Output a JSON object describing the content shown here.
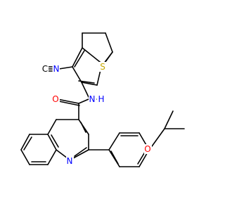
{
  "molecule": {
    "colors": {
      "bond": "#000000",
      "carbon": "#000000",
      "nitrogen": "#0000ff",
      "oxygen": "#ff0000",
      "sulfur": "#c8a800",
      "background": "#ffffff"
    },
    "atoms": {
      "nitrile_C": {
        "text": "C",
        "element": "C"
      },
      "nitrile_N": {
        "text": "N",
        "element": "N"
      },
      "thiophene_S": {
        "text": "S",
        "element": "S"
      },
      "amide_N": {
        "text": "N",
        "element": "N"
      },
      "amide_H": {
        "text": "H",
        "element": "H"
      },
      "carbonyl_O": {
        "text": "O",
        "element": "O"
      },
      "quinoline_N": {
        "text": "N",
        "element": "N"
      },
      "ether_O": {
        "text": "O",
        "element": "O"
      }
    }
  }
}
